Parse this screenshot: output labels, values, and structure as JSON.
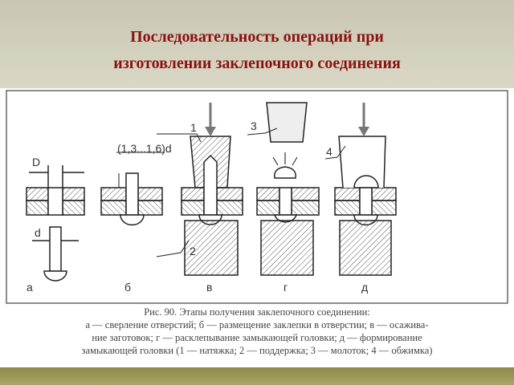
{
  "slide": {
    "title_line1": "Последовательность операций при",
    "title_line2": "изготовлении заклепочного соединения"
  },
  "figure": {
    "labels": {
      "D": "D",
      "d": "d",
      "tolerance": "(1,3...1,6)d",
      "part1": "1",
      "part2": "2",
      "part3": "3",
      "part4": "4",
      "stage_a": "а",
      "stage_b": "б",
      "stage_v": "в",
      "stage_g": "г",
      "stage_d": "д"
    },
    "caption": {
      "line1": "Рис. 90. Этапы получения заклепочного соединении:",
      "line2": "а — сверление отверстий; б — размещение заклепки в отверстии; в — осажива-",
      "line3": "ние заготовок; г — расклепывание замыкающей головки; д — формирование",
      "line4": "замыкающей головки (1 — натяжка; 2 — поддержка; 3 — молоток; 4 — обжимка)"
    }
  }
}
